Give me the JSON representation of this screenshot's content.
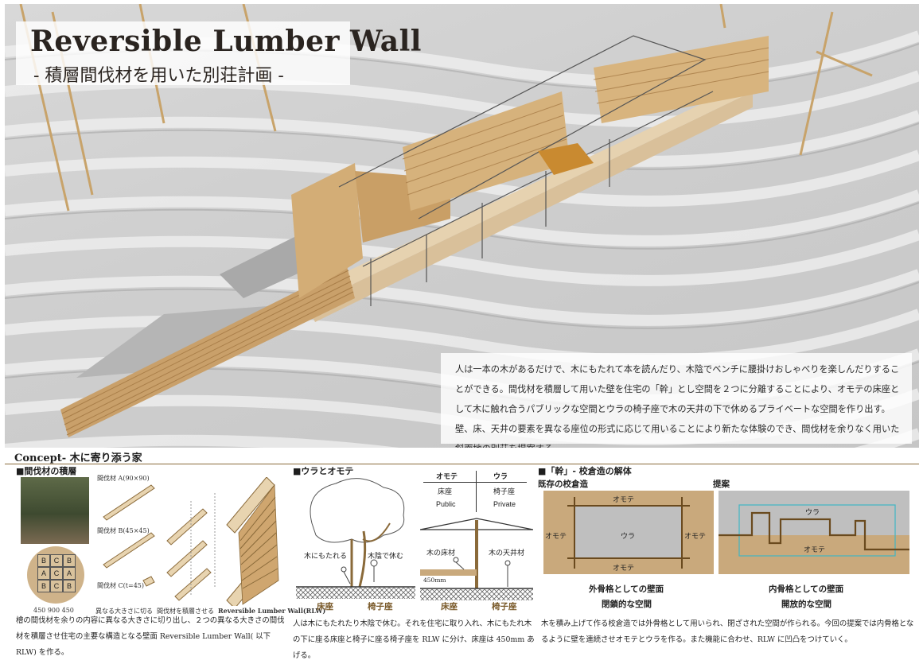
{
  "title": {
    "main": "Reversible Lumber Wall",
    "sub": "- 積層間伐材を用いた別荘計画 -"
  },
  "hero_description": "人は一本の木があるだけで、木にもたれて本を読んだり、木陰でベンチに腰掛けおしゃべりを楽しんだりすることができる。間伐材を積層して用いた壁を住宅の「幹」とし空間を２つに分離することにより、オモテの床座として木に触れ合うパブリックな空間とウラの椅子座で木の天井の下で休めるプライベートな空間を作り出す。壁、床、天井の要素を異なる座位の形式に応じて用いることにより新たな体験のでき、間伐材を余りなく用いた斜面地の別荘を提案する。",
  "concept": {
    "title": "Concept- 木に寄り添う家",
    "section1": {
      "heading": "■間伐材の積層",
      "lumber_a": "間伐材 A(90×90)",
      "lumber_b": "間伐材 B(45×45)",
      "lumber_c": "間伐材 C(t=45)",
      "cut_label": "異なる大きさに切る",
      "stack_label": "間伐材を積層させる",
      "rlw_label": "Reversible Lumber Wall(RLW)",
      "grid": [
        "B",
        "C",
        "B",
        "A",
        "C",
        "A",
        "B",
        "C",
        "B"
      ],
      "dims": "450   900   450",
      "paragraph": "檜の間伐材を余りの内容に異なる大きさに切り出し、２つの異なる大きさの間伐材を積層させ住宅の主要な構造となる壁面 Reversible Lumber Wall( 以下 RLW) を作る。"
    },
    "section2": {
      "heading": "■ウラとオモテ",
      "lean_tree": "木にもたれる",
      "rest_shade": "木陰で休む",
      "wood_floor": "木の床材",
      "wood_ceiling": "木の天井材",
      "dim_450": "450mm",
      "floor_seat": "床座",
      "chair_seat": "椅子座",
      "table": {
        "omote": "オモテ",
        "ura": "ウラ",
        "floor": "床座",
        "chair": "椅子座",
        "public": "Public",
        "private": "Private"
      },
      "paragraph": "人は木にもたれたり木陰で休む。それを住宅に取り入れ、木にもたれ木の下に座る床座と椅子に座る椅子座を RLW に分け、床座は 450mm あげる。"
    },
    "section3": {
      "heading": "■「幹」- 校倉造の解体",
      "existing": "既存の校倉造",
      "proposal": "提案",
      "omote": "オモテ",
      "ura": "ウラ",
      "caption_left_1": "外骨格としての壁面",
      "caption_left_2": "閉鎖的な空間",
      "caption_right_1": "内骨格としての壁面",
      "caption_right_2": "開放的な空間",
      "paragraph": "木を積み上げて作る校倉造では外骨格として用いられ、閉ざされた空間が作られる。今回の提案では内骨格となるように壁を連続させオモテとウラを作る。また機能に合わせ、RLW に凹凸をつけていく。"
    }
  },
  "colors": {
    "wood": "#c9a97c",
    "accent_line": "#8a6a3a",
    "cyan_frame": "#3fb6c4"
  }
}
